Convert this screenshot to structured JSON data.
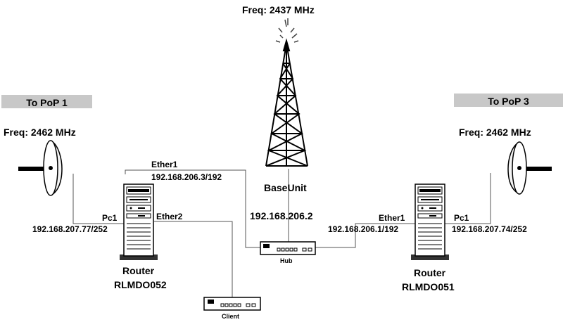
{
  "tower": {
    "freq": "Freq: 2437 MHz",
    "name": "BaseUnit",
    "ip": "192.168.206.2"
  },
  "left": {
    "pop_label": "To PoP 1",
    "freq": "Freq: 2462 MHz",
    "router_name": "Router",
    "router_id": "RLMDO052",
    "ether1_label": "Ether1",
    "ether1_ip": "192.168.206.3/192",
    "ether2_label": "Ether2",
    "pc1_label": "Pc1",
    "pc1_ip": "192.168.207.77/252"
  },
  "right": {
    "pop_label": "To PoP 3",
    "freq": "Freq: 2462 MHz",
    "router_name": "Router",
    "router_id": "RLMDO051",
    "ether1_label": "Ether1",
    "ether1_ip": "192.168.206.1/192",
    "pc1_label": "Pc1",
    "pc1_ip": "192.168.207.74/252"
  },
  "hub": {
    "label": "Hub"
  },
  "client": {
    "label": "Client"
  },
  "colors": {
    "line": "#555555",
    "device": "#1a1a1a",
    "banner": "#c8c8c8"
  }
}
